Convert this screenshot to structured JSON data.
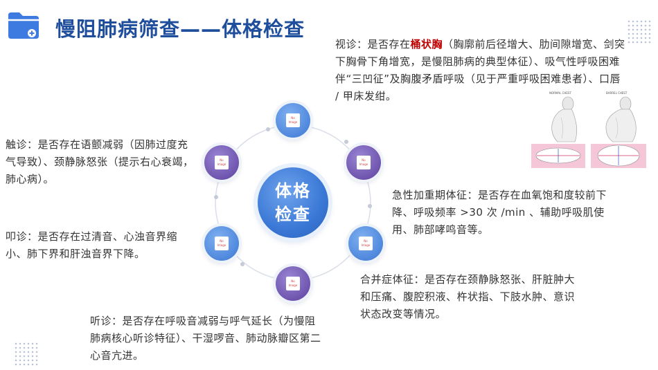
{
  "header": {
    "title": "慢阻肺病筛查——体格检查"
  },
  "center": {
    "line1": "体格",
    "line2": "检查"
  },
  "placeholder": {
    "line1": "No",
    "line2": "Image"
  },
  "inspection": {
    "prefix": "视诊：是否存在",
    "highlight": "桶状胸",
    "rest": "（胸廓前后径增大、肋间隙增宽、剑突下胸骨下角增宽，是慢阻肺病的典型体征）、吸气性呼吸困难伴“三凹征”及胸腹矛盾呼吸（见于严重呼吸困难患者）、口唇 / 甲床发绀。"
  },
  "palpation": {
    "text": "触诊：是否存在语颤减弱（因肺过度充气导致）、颈静脉怒张（提示右心衰竭，肺心病）。"
  },
  "percussion": {
    "text": "叩诊：是否存在过清音、心浊音界缩小、肺下界和肝浊音界下降。"
  },
  "auscultation": {
    "text": "听诊：是否存在呼吸音减弱与呼气延长（为慢阻肺病核心听诊特征）、干湿啰音、肺动脉瓣区第二心音亢进。"
  },
  "acute": {
    "text": "急性加重期体征：是否存在血氧饱和度较前下降、呼吸频率 >30 次 /min 、辅助呼吸肌使用、肺部哮鸣音等。"
  },
  "complication": {
    "text": "合并症体征：是否存在颈静脉怒张、肝脏肿大和压痛、腹腔积液、杵状指、下肢水肿、意识状态改变等情况。"
  },
  "illustration": {
    "normal_label": "NORMAL CHEST",
    "barrel_label": "BARREL CHEST"
  },
  "colors": {
    "title": "#1f4e9c",
    "highlight": "#c00000",
    "node_blue": "#3b76d4",
    "node_purple": "#5c3f9e"
  }
}
